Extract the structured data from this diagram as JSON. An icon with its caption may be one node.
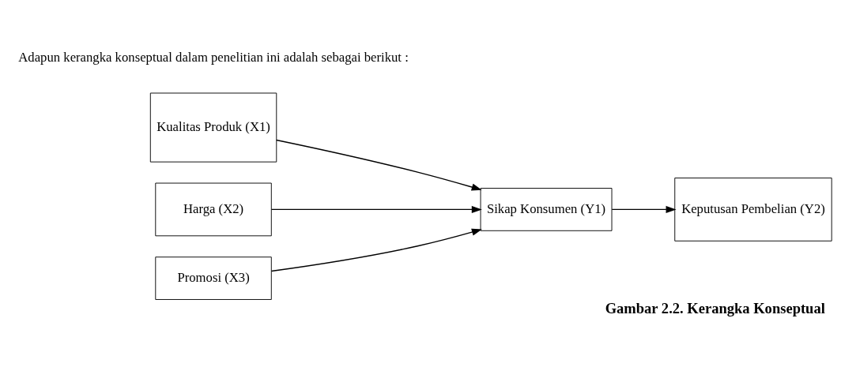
{
  "diagram": {
    "caption": "Gambar 2.2. Kerangka Konseptual",
    "nodes": [
      {
        "text": [
          "Kualitas Produk (X1)"
        ]
      },
      {
        "text": [
          "Harga (X2)"
        ]
      },
      {
        "text": [
          "Promosi (X3)"
        ]
      },
      {
        "text": [
          "Sikap Konsumen (Y1)"
        ]
      },
      {
        "text": [
          "Keputusan Pembelian (Y2)"
        ]
      }
    ],
    "edges": [
      {
        "from": 0,
        "to": 3,
        "arrow": "to"
      },
      {
        "from": 1,
        "to": 3,
        "arrow": "to"
      },
      {
        "from": 2,
        "to": 3,
        "arrow": "to"
      },
      {
        "from": 3,
        "to": 4,
        "arrow": "to"
      }
    ],
    "labels": [
      "Adapun kerangka konseptual dalam penelitian ini adalah sebagai berikut :"
    ]
  }
}
